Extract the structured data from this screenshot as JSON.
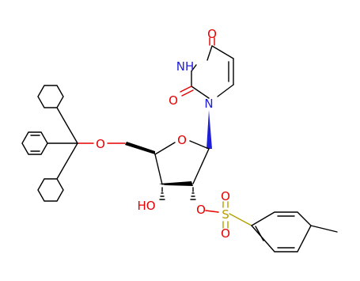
{
  "colors": {
    "carbon": "#000000",
    "oxygen": "#e60000",
    "nitrogen": "#1f1fd6",
    "sulfur": "#b3a000"
  },
  "atoms": {
    "o4": "O",
    "nh": "NH",
    "o2": "O",
    "n1": "N",
    "ring_o": "O",
    "o5": "O",
    "o2p": "O",
    "ho": "HO",
    "s": "S",
    "so_top": "O",
    "so_bottom": "O"
  }
}
